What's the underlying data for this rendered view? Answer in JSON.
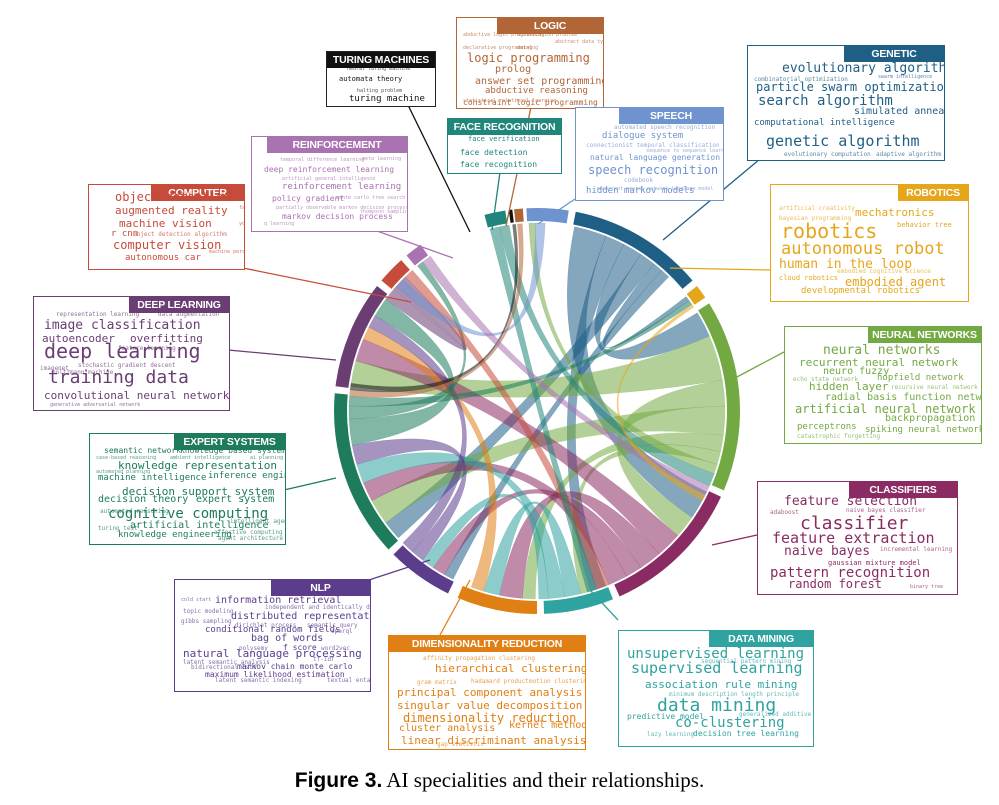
{
  "caption": {
    "label": "Figure 3.",
    "text": " AI specialities and their relationships."
  },
  "colors": {
    "genetic": "#1f5f86",
    "robotics": "#e5a61c",
    "neural": "#73a942",
    "classifiers": "#8a2c63",
    "datamining": "#2fa39f",
    "dimred": "#e07f14",
    "nlp": "#5b3d8c",
    "expert": "#1e7b5b",
    "deep": "#6a3d73",
    "vision": "#c64b3a",
    "reinforcement": "#a972b0",
    "turing": "#111111",
    "logic": "#b26537",
    "face": "#20857a",
    "speech": "#6f93cf"
  },
  "nodes": [
    {
      "id": "computer_vision",
      "title": "COMPUTER VISION",
      "color": "#c64b3a",
      "terms": [
        "object detection",
        "augmented reality",
        "machine vision",
        "r cnn",
        "object detection algorithm",
        "computer vision",
        "autonomous car",
        "machine perception",
        "yolo",
        "fast r cnn"
      ]
    },
    {
      "id": "reinforcement_learning",
      "title": "REINFORCEMENT LEARNING",
      "color": "#a972b0",
      "terms": [
        "temporal difference learning",
        "meta learning",
        "deep reinforcement learning",
        "artificial general intelligence",
        "reinforcement learning",
        "policy gradient",
        "monte carlo tree search",
        "partially observable markov decision process",
        "markov decision process",
        "q learning",
        "thompson sampling"
      ]
    },
    {
      "id": "turing_machines",
      "title": "TURING MACHINES",
      "color": "#111111",
      "terms": [
        "neural turing machine",
        "automata theory",
        "halting problem",
        "turing machine"
      ]
    },
    {
      "id": "logic_programming",
      "title": "LOGIC PROGRAMMING",
      "color": "#b26537",
      "terms": [
        "modification problem",
        "abductive logic programming",
        "abstract data type",
        "declarative programming",
        "datalog",
        "logic programming",
        "prolog",
        "answer set programming",
        "abductive reasoning",
        "statistical relational learning",
        "constraint logic programming"
      ]
    },
    {
      "id": "face_recognition",
      "title": "FACE RECOGNITION",
      "color": "#20857a",
      "terms": [
        "face verification",
        "face detection",
        "face recognition"
      ]
    },
    {
      "id": "speech_recognition",
      "title": "SPEECH RECOGNITION",
      "color": "#6f93cf",
      "terms": [
        "automated speech recognition",
        "dialogue system",
        "connectionist temporal classification",
        "sequence to sequence learning",
        "natural language generation",
        "speech recognition",
        "codebook",
        "recurrent neural network language model",
        "hidden markov models"
      ]
    },
    {
      "id": "genetic_algorithms",
      "title": "GENETIC ALGORITHMS",
      "color": "#1f5f86",
      "terms": [
        "evolutionary algorithm",
        "combinatorial optimization",
        "swarm intelligence",
        "particle swarm optimization",
        "search algorithm",
        "simulated annealing",
        "computational intelligence",
        "genetic algorithm",
        "evolutionary computation",
        "adaptive algorithm"
      ]
    },
    {
      "id": "robotics",
      "title": "ROBOTICS",
      "color": "#e5a61c",
      "terms": [
        "artificial creativity",
        "mechatronics",
        "bayesian programming",
        "behavior tree",
        "robotics",
        "autonomous robot",
        "human in the loop",
        "embodied cognitive science",
        "cloud robotics",
        "embodied agent",
        "developmental robotics"
      ]
    },
    {
      "id": "neural_networks",
      "title": "NEURAL NETWORKS",
      "color": "#73a942",
      "terms": [
        "neural networks",
        "recurrent neural network",
        "neuro fuzzy",
        "hopfield network",
        "echo state network",
        "hidden layer",
        "recursive neural network",
        "radial basis function network",
        "artificial neural network",
        "backpropagation",
        "perceptrons",
        "spiking neural network",
        "catastrophic forgetting"
      ]
    },
    {
      "id": "classifiers",
      "title": "CLASSIFIERS",
      "color": "#8a2c63",
      "terms": [
        "feature selection",
        "adaboost",
        "naive bayes classifier",
        "classifier",
        "feature extraction",
        "naive bayes",
        "incremental learning",
        "gaussian mixture model",
        "pattern recognition",
        "random forest",
        "binary tree"
      ]
    },
    {
      "id": "data_mining",
      "title": "DATA MINING",
      "color": "#2fa39f",
      "terms": [
        "unsupervised learning",
        "sequential pattern mining",
        "supervised learning",
        "association rule mining",
        "minimum description length principle",
        "data mining",
        "generalized additive model",
        "predictive model",
        "co-clustering",
        "decision tree learning",
        "lazy learning"
      ]
    },
    {
      "id": "dimensionality_reduction",
      "title": "DIMENSIONALITY REDUCTION",
      "color": "#e07f14",
      "terms": [
        "affinity propagation clustering",
        "hierarchical clustering",
        "gram matrix",
        "hadamard product",
        "motion clustering",
        "principal component analysis",
        "singular value decomposition",
        "dimensionality reduction",
        "kernel method",
        "cluster analysis",
        "linear discriminant analysis",
        "gap statistic"
      ]
    },
    {
      "id": "nlp",
      "title": "NLP",
      "color": "#5b3d8c",
      "terms": [
        "cold start",
        "information retrieval",
        "independent and identically distributed",
        "topic modeling",
        "distributed representation",
        "gibbs sampling",
        "dirichlet process",
        "semantic query",
        "conditional random fields",
        "sparql",
        "bag of words",
        "f score",
        "natural language processing",
        "latent semantic analysis",
        "tf-idf",
        "markov chain monte carlo",
        "maximum likelihood estimation",
        "latent semantic indexing",
        "textual entailment",
        "polysemy",
        "word2vec",
        "bidirectional lstm"
      ]
    },
    {
      "id": "expert_systems",
      "title": "EXPERT SYSTEMS",
      "color": "#1e7b5b",
      "terms": [
        "semantic network",
        "knowledge based system",
        "case-based reasoning",
        "ambient intelligence",
        "knowledge representation",
        "automated planning",
        "machine intelligence",
        "inference engine",
        "decision support system",
        "decision theory",
        "expert system",
        "automated reasoning",
        "cognitive computing",
        "artificial intelligence",
        "intelligent agent",
        "affective computing",
        "knowledge engineering",
        "agent architecture",
        "turing test",
        "ai planning"
      ]
    },
    {
      "id": "deep_learning",
      "title": "DEEP LEARNING",
      "color": "#6a3d73",
      "terms": [
        "representation learning",
        "data augmentation",
        "image classification",
        "autoencoder",
        "overfitting",
        "feature learning",
        "deep learning",
        "stochastic gradient descent",
        "imagenet",
        "boltzmann machine",
        "training data",
        "convolutional neural network",
        "generative adversarial network"
      ]
    }
  ]
}
